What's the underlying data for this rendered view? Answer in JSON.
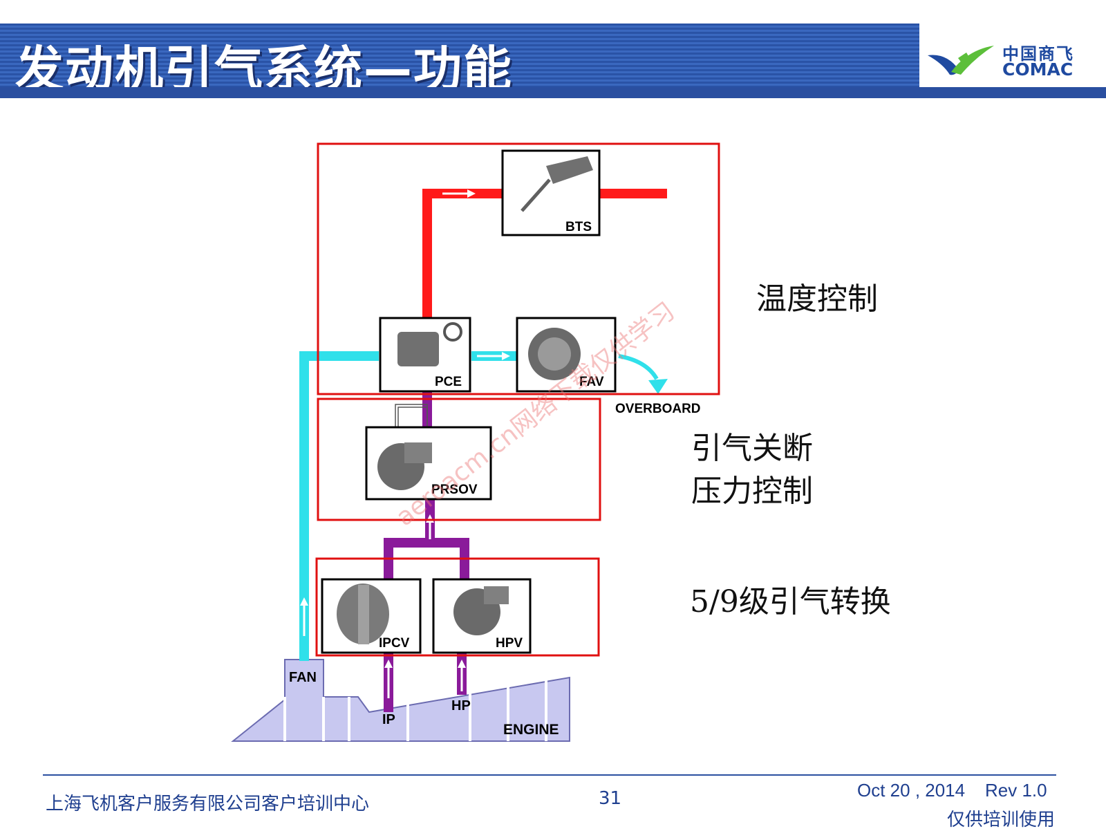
{
  "header": {
    "title": "发动机引气系统—功能",
    "logo_cn": "中国商飞",
    "logo_en": "COMAC"
  },
  "diagram": {
    "components": {
      "bts": "BTS",
      "pce": "PCE",
      "fav": "FAV",
      "prsov": "PRSOV",
      "ipcv": "IPCV",
      "hpv": "HPV"
    },
    "labels": {
      "overboard": "OVERBOARD",
      "fan": "FAN",
      "ip": "IP",
      "hp": "HP",
      "engine": "ENGINE"
    },
    "functions": {
      "temp_control": "温度控制",
      "shutoff": "引气关断",
      "pressure_control": "压力控制",
      "stage_switch": "5/9级引气转换"
    },
    "colors": {
      "hot_air": "#ff1a1a",
      "fan_air": "#30e0ea",
      "bleed_air": "#8a1a9a",
      "region_box": "#e01010",
      "engine_fill": "#c8c8f0"
    }
  },
  "watermark": "aeroacm.cn网络下载仅供学习",
  "footer": {
    "org": "上海飞机客户服务有限公司客户培训中心",
    "page": "31",
    "date_rev": "Oct 20 , 2014    Rev 1.0",
    "note": "仅供培训使用"
  }
}
